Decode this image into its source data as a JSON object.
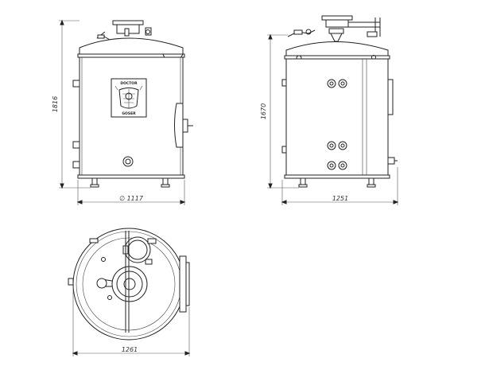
{
  "dimensions": {
    "front_height": "1816",
    "front_width": "∅ 1117",
    "side_height": "1670",
    "side_width": "1251",
    "top_width": "1261"
  },
  "logo": {
    "line1": "DOCTOR",
    "line2": "GOSER"
  },
  "colors": {
    "line": "#222222",
    "background": "#ffffff"
  }
}
